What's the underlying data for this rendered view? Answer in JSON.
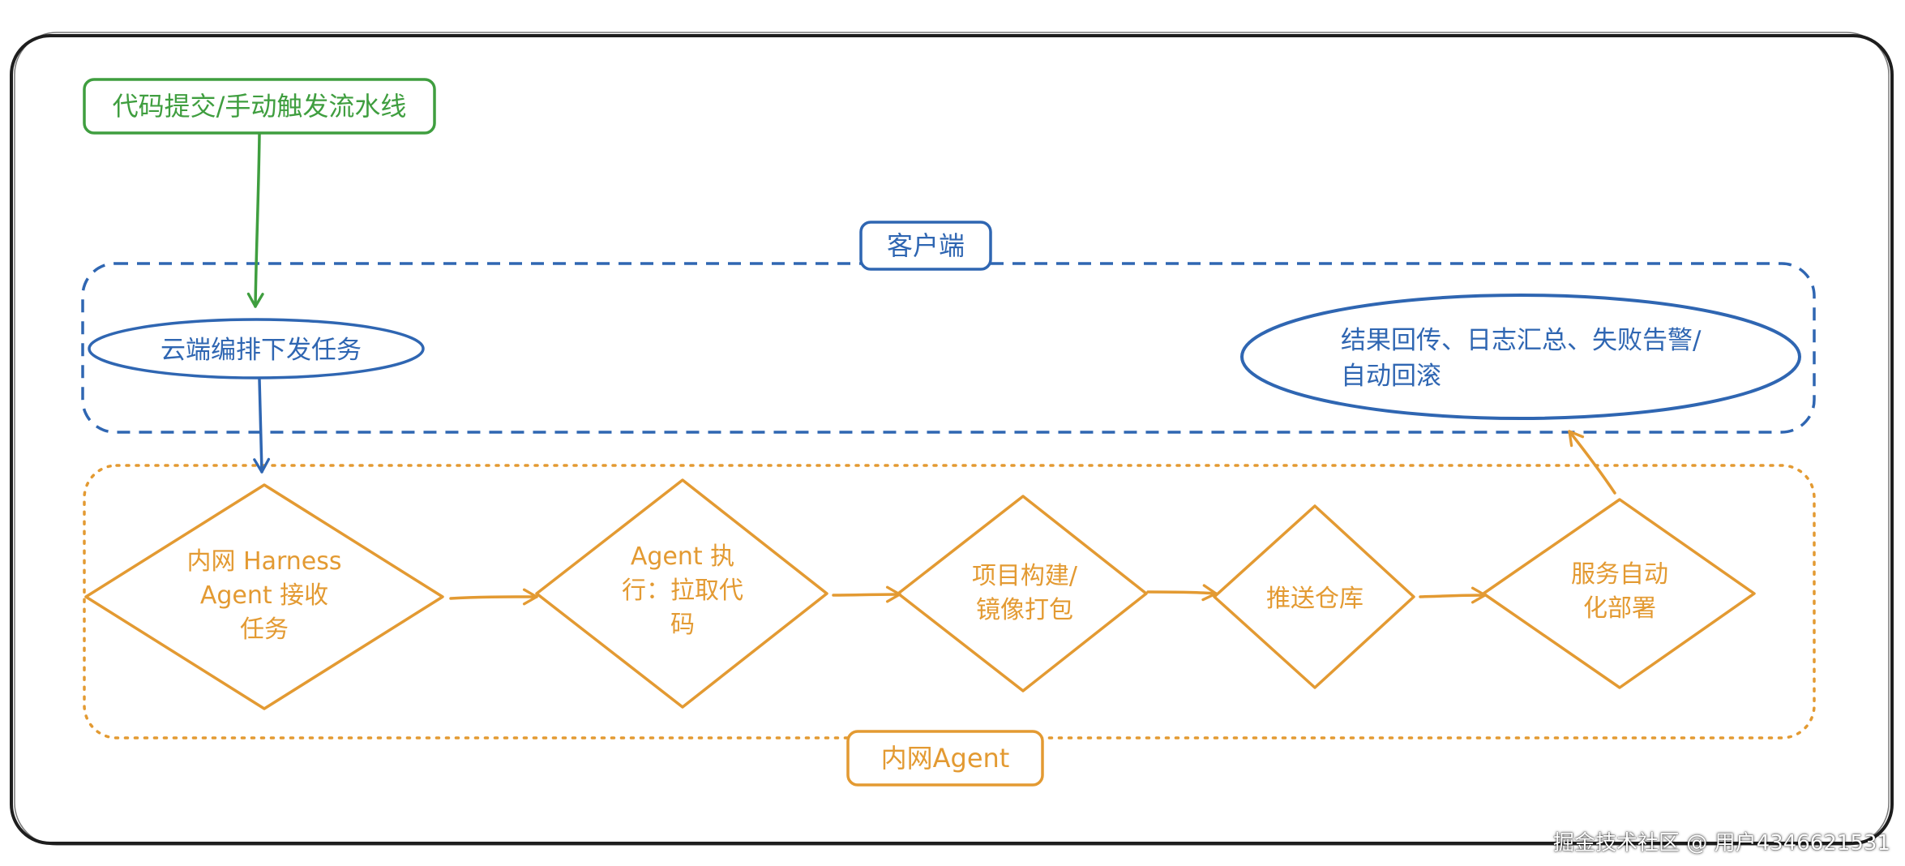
{
  "colors": {
    "green": "#3f9e3f",
    "blue": "#2f66b2",
    "orange": "#e39a32",
    "frame": "#1e1e1e"
  },
  "trigger": {
    "label": "代码提交/手动触发流水线"
  },
  "client_group": {
    "label": "客户端",
    "dispatch": "云端编排下发任务",
    "result_line1": "结果回传、日志汇总、失败告警/",
    "result_line2": "自动回滚"
  },
  "agent_group": {
    "label": "内网Agent",
    "steps": [
      {
        "lines": [
          "内网 Harness",
          "Agent 接收",
          "任务"
        ]
      },
      {
        "lines": [
          "Agent 执",
          "行：拉取代",
          "码"
        ]
      },
      {
        "lines": [
          "项目构建/",
          "镜像打包"
        ]
      },
      {
        "lines": [
          "推送仓库"
        ]
      },
      {
        "lines": [
          "服务自动",
          "化部署"
        ]
      }
    ]
  },
  "watermark": "掘金技术社区 @ 用户4346621531"
}
